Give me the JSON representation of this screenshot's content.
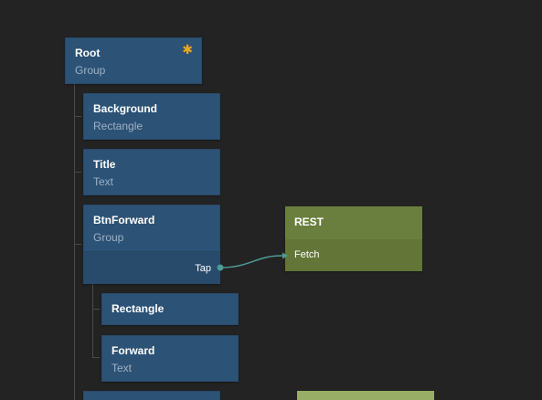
{
  "nodes": {
    "root": {
      "name": "Root",
      "type": "Group",
      "marker": "✱"
    },
    "background": {
      "name": "Background",
      "type": "Rectangle"
    },
    "title": {
      "name": "Title",
      "type": "Text"
    },
    "btn_forward": {
      "name": "BtnForward",
      "type": "Group",
      "output_port": "Tap"
    },
    "rectangle": {
      "name": "Rectangle"
    },
    "forward": {
      "name": "Forward",
      "type": "Text"
    }
  },
  "rest_node": {
    "title": "REST",
    "input_port": "Fetch"
  },
  "colors": {
    "canvas_bg": "#232323",
    "component_node": "#2c5276",
    "component_type_text": "#9fb2c4",
    "rest_node": "#6a7f3e",
    "connection": "#4d9a96",
    "root_marker": "#e8a91e"
  }
}
